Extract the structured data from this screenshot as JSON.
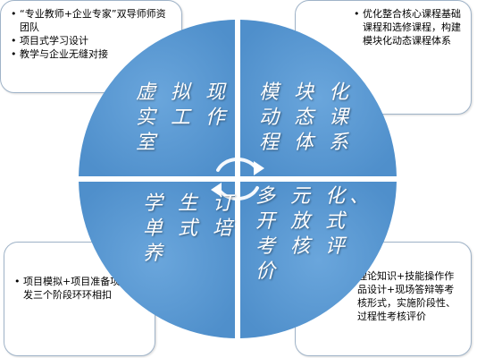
{
  "quadrants": {
    "top_left": "虚 拟 现\n实 工 作\n室",
    "top_right": "模 块 化\n动 态 课\n程 体 系",
    "bottom_left": "学 生 订\n单 式 培\n养",
    "bottom_right": "多 元 化、\n开 放 式\n考 核 评\n价"
  },
  "callouts": {
    "top_left": [
      "“专业教师+企业专家”双导师师资团队",
      "项目式学习设计",
      "教学与企业无缝对接"
    ],
    "top_right": [
      "优化整合核心课程基础课程和选修课程，构建模块化动态课程体系"
    ],
    "bottom_left": [
      "项目模拟+项目准备项目开发三个阶段环环相扣"
    ],
    "bottom_right": [
      "理论知识+技能操作作品设计+现场答辩等考核形式，实施阶段性、过程性考核评价"
    ]
  },
  "colors": {
    "quadrant_fill": "#5b9bd5",
    "quadrant_text": "#ffffff",
    "callout_border": "#9fb3c8"
  }
}
